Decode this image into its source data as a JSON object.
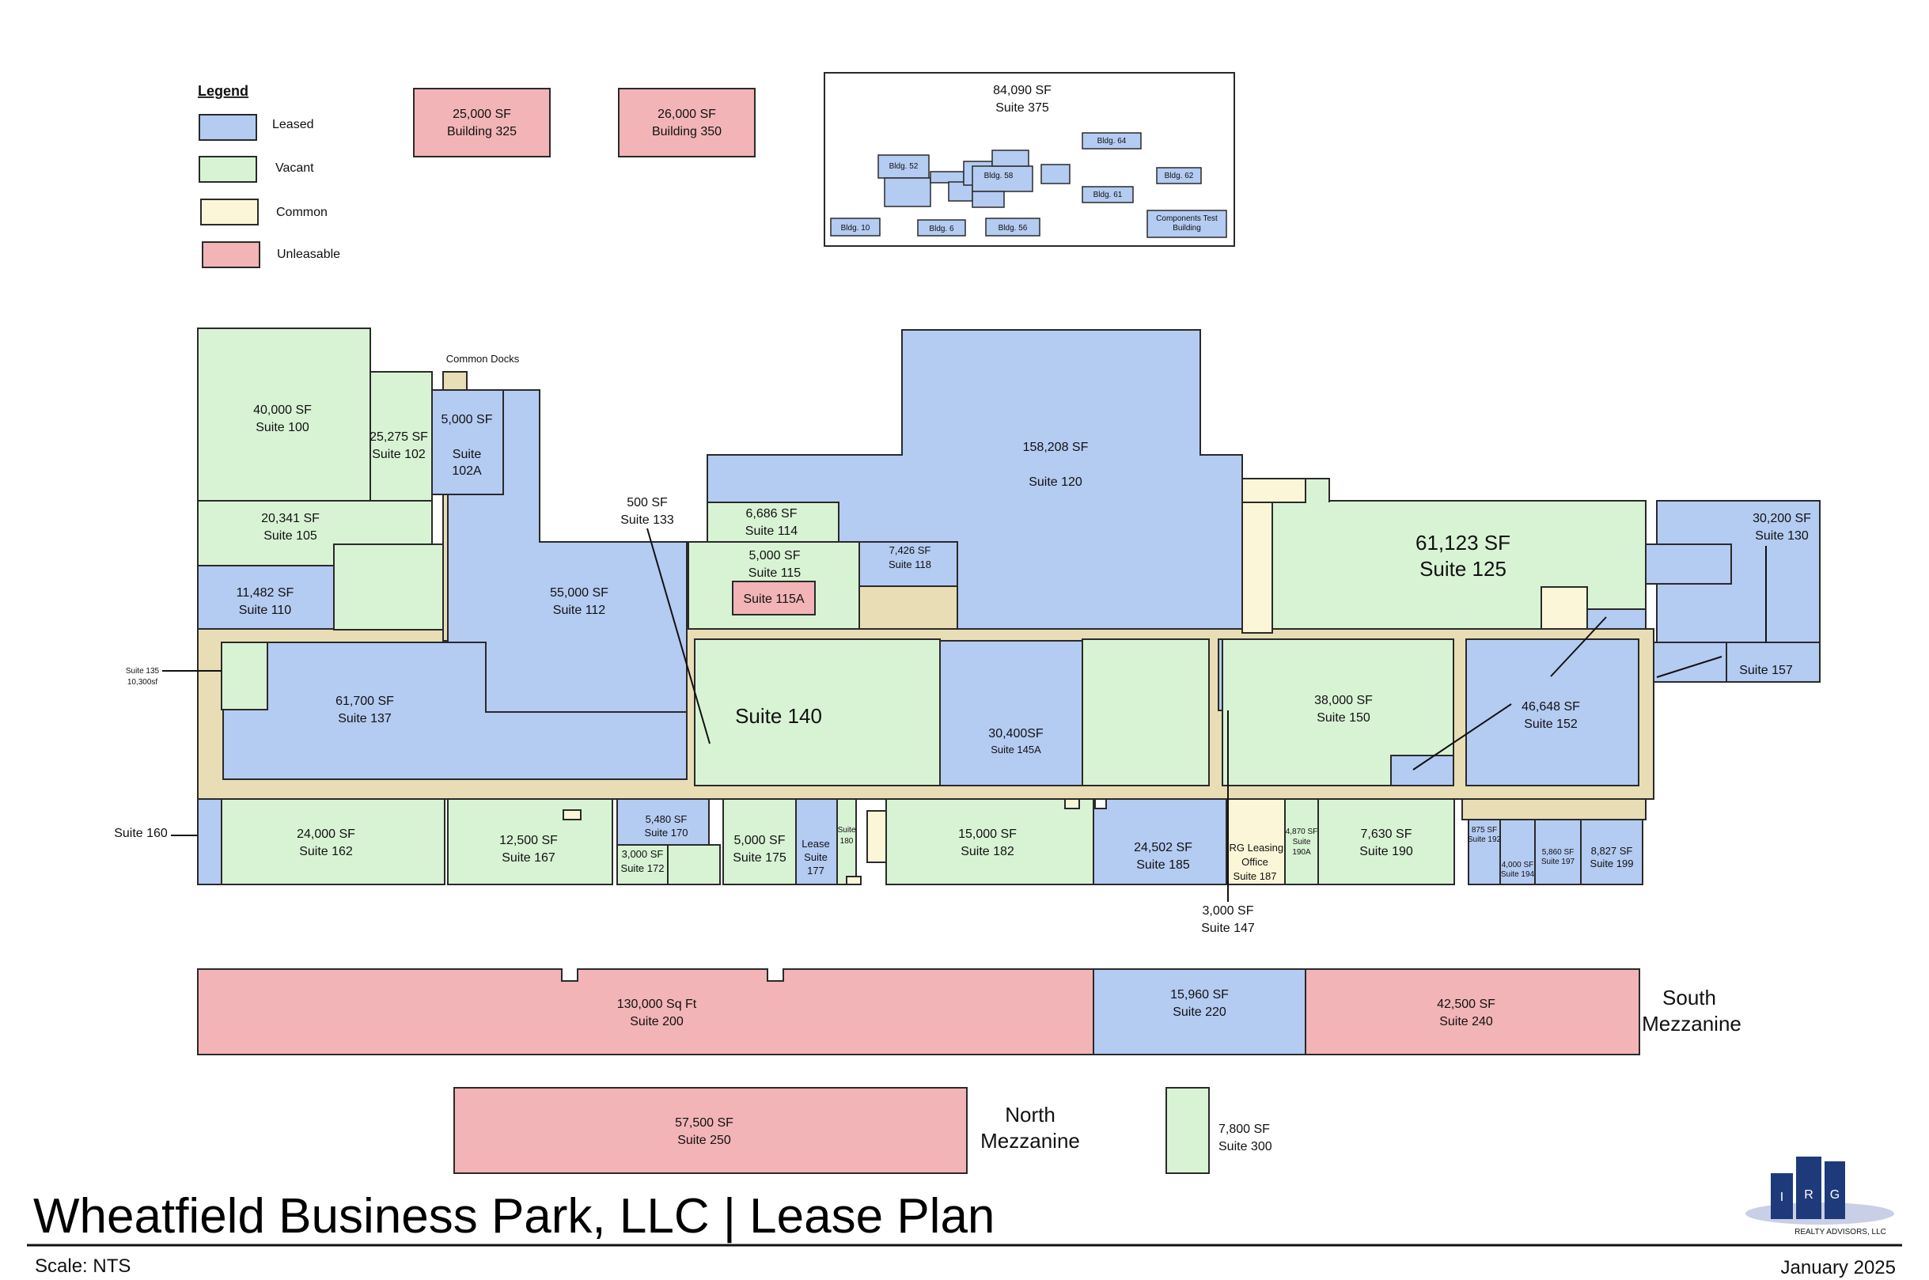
{
  "colors": {
    "leased": "#b4cbf2",
    "vacant": "#d8f3d4",
    "common": "#fbf6d8",
    "unleasable": "#f2b4b6",
    "corridor": "#e8ddb5",
    "outline": "#2a2a2a"
  },
  "legend": {
    "title": "Legend",
    "items": [
      {
        "key": "leased",
        "label": "Leased"
      },
      {
        "key": "vacant",
        "label": "Vacant"
      },
      {
        "key": "common",
        "label": "Common"
      },
      {
        "key": "unleasable",
        "label": "Unleasable"
      }
    ]
  },
  "outbuildings": {
    "b325": {
      "sf": "25,000 SF",
      "name": "Building 325"
    },
    "b350": {
      "sf": "26,000 SF",
      "name": "Building 350"
    }
  },
  "site_inset": {
    "sf": "84,090 SF",
    "suite": "Suite 375",
    "buildings": [
      "Bldg. 52",
      "Bldg. 58",
      "Bldg. 64",
      "Bldg. 62",
      "Bldg. 61",
      "Bldg. 10",
      "Bldg. 6",
      "Bldg. 56",
      "Components Test",
      "Building"
    ]
  },
  "suites": {
    "s100": {
      "sf": "40,000 SF",
      "name": "Suite 100"
    },
    "s102": {
      "sf": "25,275 SF",
      "name": "Suite 102"
    },
    "s102a": {
      "sf": "5,000 SF",
      "name1": "Suite",
      "name2": "102A"
    },
    "common_docks": "Common Docks",
    "s105": {
      "sf": "20,341 SF",
      "name": "Suite 105"
    },
    "s110": {
      "sf": "11,482 SF",
      "name": "Suite 110"
    },
    "s112": {
      "sf": "55,000 SF",
      "name": "Suite 112"
    },
    "s133": {
      "sf": "500 SF",
      "name": "Suite 133"
    },
    "s114": {
      "sf": "6,686 SF",
      "name": "Suite 114"
    },
    "s115": {
      "sf": "5,000 SF",
      "name": "Suite 115"
    },
    "s115a": {
      "name": "Suite 115A"
    },
    "s118": {
      "sf": "7,426 SF",
      "name": "Suite 118"
    },
    "s120": {
      "sf": "158,208 SF",
      "name": "Suite 120"
    },
    "s125": {
      "sf": "61,123 SF",
      "name": "Suite 125"
    },
    "s130": {
      "sf": "30,200 SF",
      "name": "Suite 130"
    },
    "s135": {
      "name": "Suite 135",
      "sf": "10,300sf"
    },
    "s137": {
      "sf": "61,700 SF",
      "name": "Suite 137"
    },
    "s140": {
      "name": "Suite 140"
    },
    "s145a": {
      "sf": "30,400SF",
      "name": "Suite 145A"
    },
    "s147": {
      "sf": "3,000 SF",
      "name": "Suite 147"
    },
    "s150": {
      "sf": "38,000 SF",
      "name": "Suite 150"
    },
    "s152": {
      "sf": "46,648 SF",
      "name": "Suite 152"
    },
    "s157": {
      "name": "Suite 157"
    },
    "s160": {
      "name": "Suite 160"
    },
    "s162": {
      "sf": "24,000 SF",
      "name": "Suite 162"
    },
    "s167": {
      "sf": "12,500 SF",
      "name": "Suite 167"
    },
    "s170": {
      "sf": "5,480 SF",
      "name": "Suite 170"
    },
    "s172": {
      "sf": "3,000 SF",
      "name": "Suite 172"
    },
    "s175": {
      "sf": "5,000 SF",
      "name": "Suite 175"
    },
    "s177": {
      "line1": "Lease",
      "line2": "Suite",
      "line3": "177"
    },
    "s180": {
      "line1": "Suite",
      "line2": "180"
    },
    "s182": {
      "sf": "15,000 SF",
      "name": "Suite 182"
    },
    "s185": {
      "sf": "24,502 SF",
      "name": "Suite 185"
    },
    "s187": {
      "line1": "IRG Leasing",
      "line2": "Office",
      "line3": "Suite 187"
    },
    "s190a": {
      "sf": "4,870 SF",
      "line2": "Suite",
      "line3": "190A"
    },
    "s190": {
      "sf": "7,630 SF",
      "name": "Suite 190"
    },
    "s192": {
      "sf": "875 SF",
      "name": "Suite 192"
    },
    "s194": {
      "sf": "4,000 SF",
      "name": "Suite 194"
    },
    "s197": {
      "sf": "5,860 SF",
      "name": "Suite 197"
    },
    "s199": {
      "sf": "8,827 SF",
      "name": "Suite 199"
    },
    "s200": {
      "sf": "130,000 Sq Ft",
      "name": "Suite 200"
    },
    "s220": {
      "sf": "15,960 SF",
      "name": "Suite 220"
    },
    "s240": {
      "sf": "42,500 SF",
      "name": "Suite 240"
    },
    "s250": {
      "sf": "57,500 SF",
      "name": "Suite 250"
    },
    "s300": {
      "sf": "7,800 SF",
      "name": "Suite 300"
    }
  },
  "mezzanines": {
    "south_line1": "South",
    "south_line2": "Mezzanine",
    "north_line1": "North",
    "north_line2": "Mezzanine"
  },
  "title": "Wheatfield Business Park, LLC | Lease Plan",
  "scale": "Scale:  NTS",
  "date": "January 2025",
  "logo": {
    "letters": [
      "I",
      "R",
      "G"
    ],
    "tagline": "REALTY ADVISORS, LLC"
  }
}
